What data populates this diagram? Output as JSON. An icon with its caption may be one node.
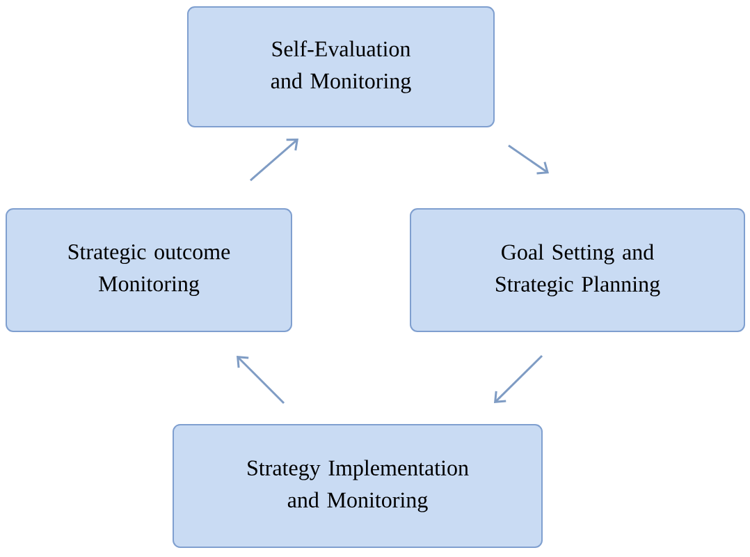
{
  "diagram": {
    "nodes": [
      {
        "text": [
          "Self-Evaluation and Monitoring"
        ]
      },
      {
        "text": [
          "Goal Setting and Strategic Planning"
        ]
      },
      {
        "text": [
          "Strategy Implementation and Monitoring"
        ]
      },
      {
        "text": [
          "Strategic outcome Monitoring"
        ]
      }
    ],
    "edges": [
      {
        "from": 0,
        "to": 1,
        "arrow": "to"
      },
      {
        "from": 1,
        "to": 2,
        "arrow": "to"
      },
      {
        "from": 2,
        "to": 3,
        "arrow": "to"
      },
      {
        "from": 3,
        "to": 0,
        "arrow": "to"
      }
    ]
  }
}
